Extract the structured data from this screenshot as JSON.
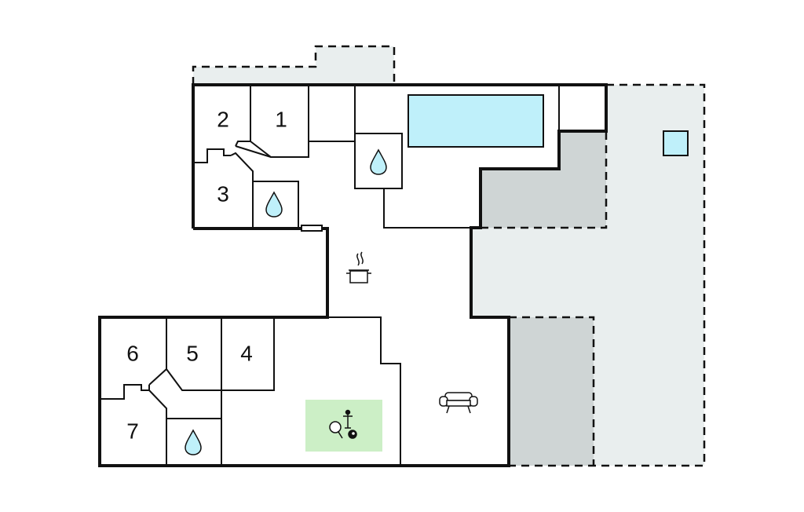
{
  "rooms": {
    "r1": "1",
    "r2": "2",
    "r3": "3",
    "r4": "4",
    "r5": "5",
    "r6": "6",
    "r7": "7"
  },
  "icons": {
    "bathroom_upper": "water-drop-icon",
    "bathroom_middle": "water-drop-icon",
    "bathroom_lower": "water-drop-icon",
    "kitchen": "cooking-pot-icon",
    "living": "sofa-icon",
    "games": "table-tennis-foosball-billiards-icon",
    "pool": "swimming-pool",
    "hot_tub": "whirlpool"
  },
  "colors": {
    "pool_fill": "#bff0fa",
    "pool_stroke": "#111111",
    "terrace": "#e9eeee",
    "covered_terrace": "#cfd5d5",
    "games_area": "#ccefc6",
    "water_drop": "#bff0fa",
    "wall": "#111111"
  }
}
